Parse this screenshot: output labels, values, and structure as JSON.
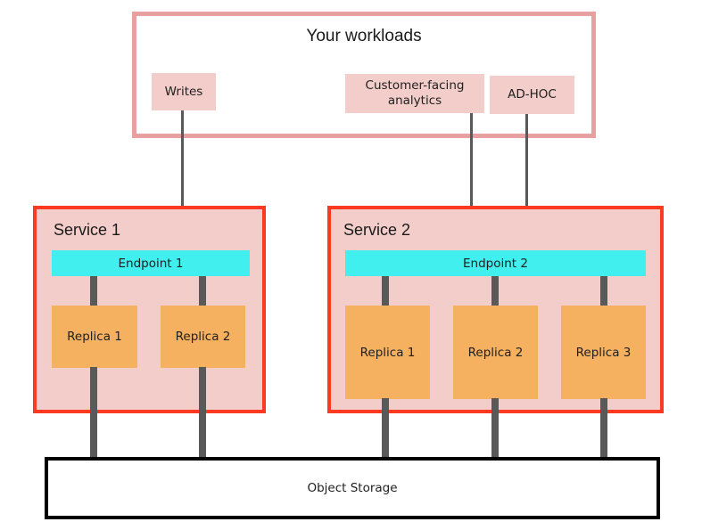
{
  "diagram": {
    "title": "Your workloads",
    "workloads": [
      {
        "id": "writes",
        "label": "Writes"
      },
      {
        "id": "analytics",
        "label": "Customer-facing analytics"
      },
      {
        "id": "adhoc",
        "label": "AD-HOC"
      }
    ],
    "services": [
      {
        "id": "service-1",
        "label": "Service 1",
        "endpoint": "Endpoint 1",
        "replicas": [
          "Replica 1",
          "Replica 2"
        ]
      },
      {
        "id": "service-2",
        "label": "Service 2",
        "endpoint": "Endpoint 2",
        "replicas": [
          "Replica 1",
          "Replica 2",
          "Replica 3"
        ]
      }
    ],
    "storage": {
      "label": "Object Storage"
    },
    "colors": {
      "workloads_border": "#e9a0a0",
      "chip_fill": "#f2cdc9",
      "service_border": "#fc3a21",
      "service_fill": "#f2cdc9",
      "endpoint_fill": "#42efef",
      "replica_fill": "#f5b160",
      "connector": "#595959",
      "storage_border": "#000000",
      "background": "#ffffff"
    }
  }
}
